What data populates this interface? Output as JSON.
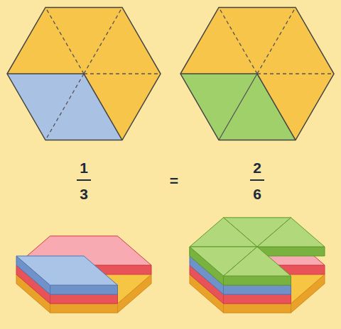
{
  "diagram": {
    "labels": [
      "1",
      "3",
      "=",
      "2",
      "6"
    ]
  }
}
